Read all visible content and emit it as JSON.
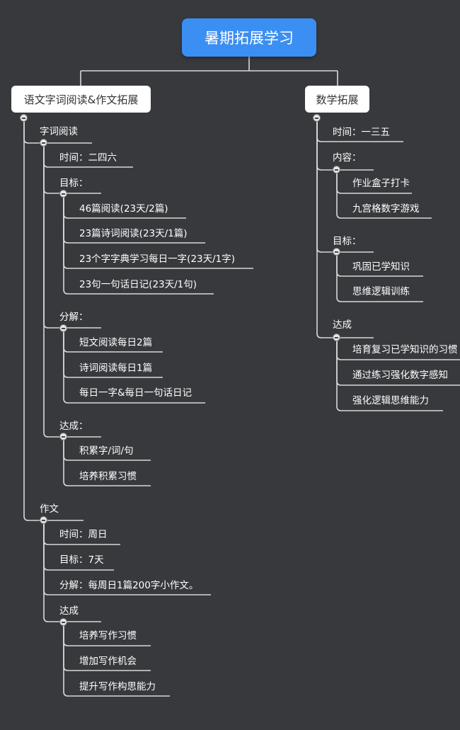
{
  "root": {
    "label": "暑期拓展学习"
  },
  "branches": [
    {
      "label": "语文字词阅读&作文拓展",
      "children": [
        {
          "label": "字词阅读",
          "children": [
            {
              "label": "时间：二四六"
            },
            {
              "label": "目标：",
              "children": [
                {
                  "label": "46篇阅读(23天/2篇)"
                },
                {
                  "label": "23篇诗词阅读(23天/1篇)"
                },
                {
                  "label": "23个字字典学习每日一字(23天/1字)"
                },
                {
                  "label": "23句一句话日记(23天/1句)"
                }
              ]
            },
            {
              "label": "分解：",
              "children": [
                {
                  "label": "短文阅读每日2篇"
                },
                {
                  "label": "诗词阅读每日1篇"
                },
                {
                  "label": "每日一字&每日一句话日记"
                }
              ]
            },
            {
              "label": "达成：",
              "children": [
                {
                  "label": "积累字/词/句"
                },
                {
                  "label": "培养积累习惯"
                }
              ]
            }
          ]
        },
        {
          "label": "作文",
          "children": [
            {
              "label": "时间：周日"
            },
            {
              "label": "目标：7天"
            },
            {
              "label": "分解：每周日1篇200字小作文。"
            },
            {
              "label": "达成",
              "children": [
                {
                  "label": "培养写作习惯"
                },
                {
                  "label": "增加写作机会"
                },
                {
                  "label": "提升写作构思能力"
                }
              ]
            }
          ]
        }
      ]
    },
    {
      "label": "数学拓展",
      "children": [
        {
          "label": "时间：一三五"
        },
        {
          "label": "内容：",
          "children": [
            {
              "label": "作业盒子打卡"
            },
            {
              "label": "九宫格数字游戏"
            }
          ]
        },
        {
          "label": "目标：",
          "children": [
            {
              "label": "巩固已学知识"
            },
            {
              "label": "思维逻辑训练"
            }
          ]
        },
        {
          "label": "达成",
          "children": [
            {
              "label": "培育复习已学知识的习惯"
            },
            {
              "label": "通过练习强化数字感知"
            },
            {
              "label": "强化逻辑思维能力"
            }
          ]
        }
      ]
    }
  ]
}
